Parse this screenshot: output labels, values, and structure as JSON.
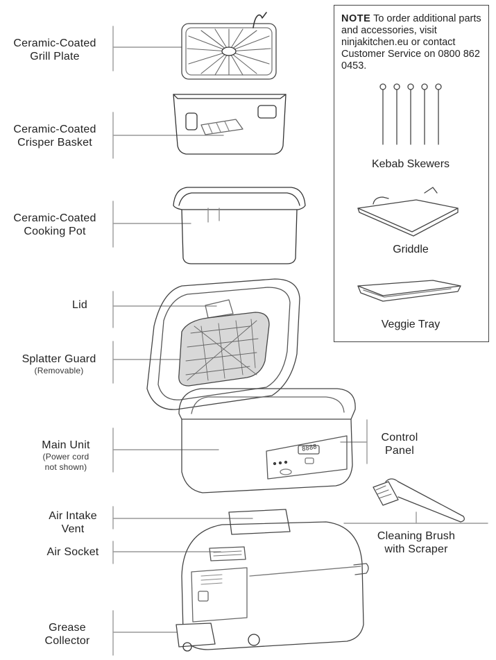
{
  "labels": {
    "grill_plate": [
      "Ceramic-Coated",
      "Grill Plate"
    ],
    "crisper_basket": [
      "Ceramic-Coated",
      "Crisper Basket"
    ],
    "cooking_pot": [
      "Ceramic-Coated",
      "Cooking Pot"
    ],
    "lid": "Lid",
    "splatter_guard": "Splatter Guard",
    "splatter_guard_note": "(Removable)",
    "main_unit": "Main Unit",
    "main_unit_note": [
      "(Power cord",
      "not shown)"
    ],
    "control_panel": [
      "Control",
      "Panel"
    ],
    "air_intake_vent": [
      "Air Intake",
      "Vent"
    ],
    "air_socket": "Air Socket",
    "grease_collector": [
      "Grease",
      "Collector"
    ],
    "cleaning_brush": [
      "Cleaning Brush",
      "with Scraper"
    ]
  },
  "note": {
    "heading": "NOTE",
    "text": "To order additional parts and accessories, visit ninjakitchen.eu or contact Customer Service on 0800 862 0453."
  },
  "accessories": {
    "skewers": "Kebab Skewers",
    "griddle": "Griddle",
    "veggie_tray": "Veggie Tray"
  },
  "control_panel_display": "8888"
}
